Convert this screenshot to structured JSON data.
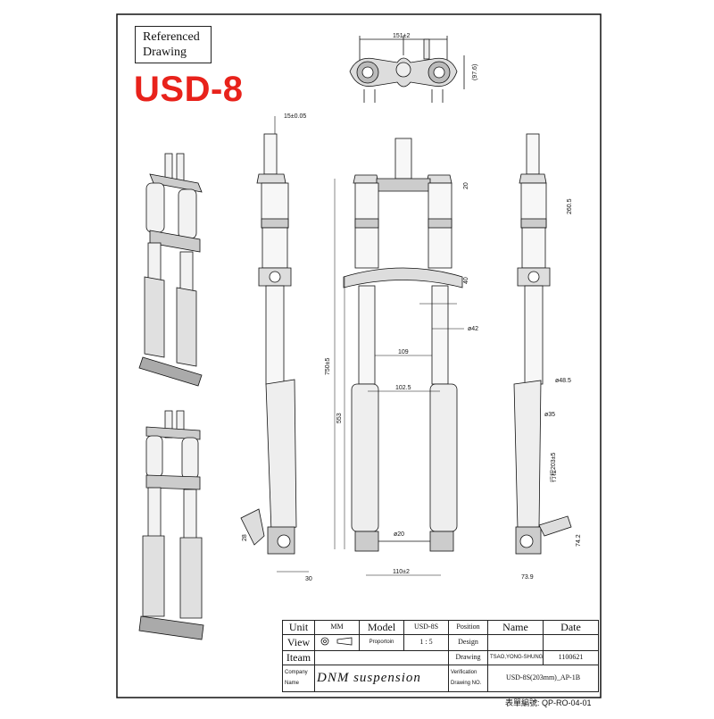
{
  "reference_label": [
    "Referenced",
    "Drawing"
  ],
  "model_title": "USD-8",
  "dimensions": {
    "d_151": "151±2",
    "d_97": "(97.6)",
    "d_15": "15±0.05",
    "d_20": "20",
    "d_260": "260.5",
    "d_40": "40",
    "d_42": "ø42",
    "d_109": "109",
    "d_1025": "102.5",
    "d_750": "750±5",
    "d_553": "553",
    "d_485": "ø48.5",
    "d_35": "ø35",
    "d_203": "行程203±5",
    "d_28": "28",
    "d_30": "30",
    "d_20b": "ø20",
    "d_110": "110±2",
    "d_742": "74.2",
    "d_739": "73.9"
  },
  "title_block": {
    "unit_label": "Unit",
    "unit_value": "MM",
    "model_label": "Model",
    "model_value": "USD-8S",
    "position_label": "Position",
    "name_label": "Name",
    "date_label": "Date",
    "view_label": "View",
    "proportion_label": "Proportoin",
    "proportion_value": "1 : 5",
    "design_label": "Design",
    "iteam_label": "Iteam",
    "drawing_label": "Drawing",
    "drawer_name": "TSAO,YONG-SHUNG",
    "drawing_date": "1100621",
    "company_label": "Company",
    "name_row_label": "Name",
    "company_value": "DNM suspension",
    "verification_label": "Verification",
    "drawing_no_label": "Drawing NO.",
    "drawing_no_value": "USD-8S(203mm)_AP-1B"
  },
  "form_code": "表單編號: QP-RO-04-01"
}
